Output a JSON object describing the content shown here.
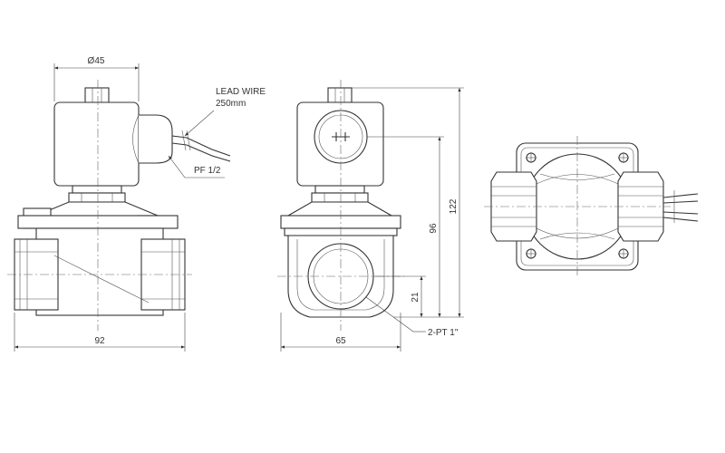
{
  "dimensions": {
    "body_diameter": "Ø45",
    "front_length": "92",
    "side_width": "65",
    "port_height": "21",
    "coil_height": "96",
    "overall_height": "122"
  },
  "callouts": {
    "lead_wire_title": "LEAD WIRE",
    "lead_wire_length": "250mm",
    "conduit_thread": "PF 1/2",
    "port_thread": "2-PT 1\""
  }
}
